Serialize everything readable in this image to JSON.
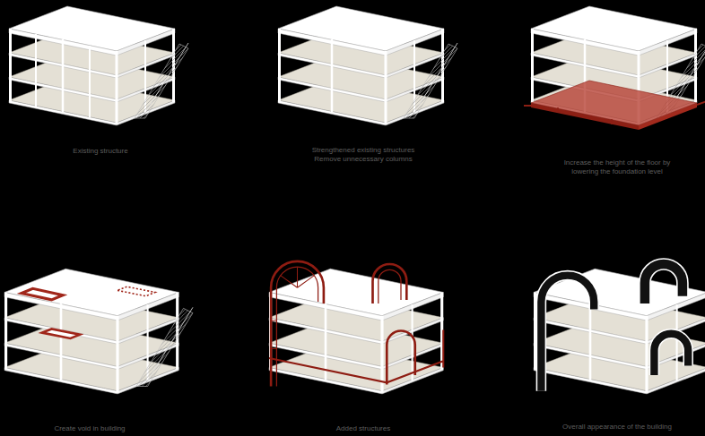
{
  "diagram": {
    "labels": [
      "Existing structure",
      "Strengthened existing structures Remove unnecessary columns",
      "Increase the height of the floor by lowering the foundation level",
      "Create void in building",
      "Added structures",
      "Overall appearance of the building"
    ]
  }
}
